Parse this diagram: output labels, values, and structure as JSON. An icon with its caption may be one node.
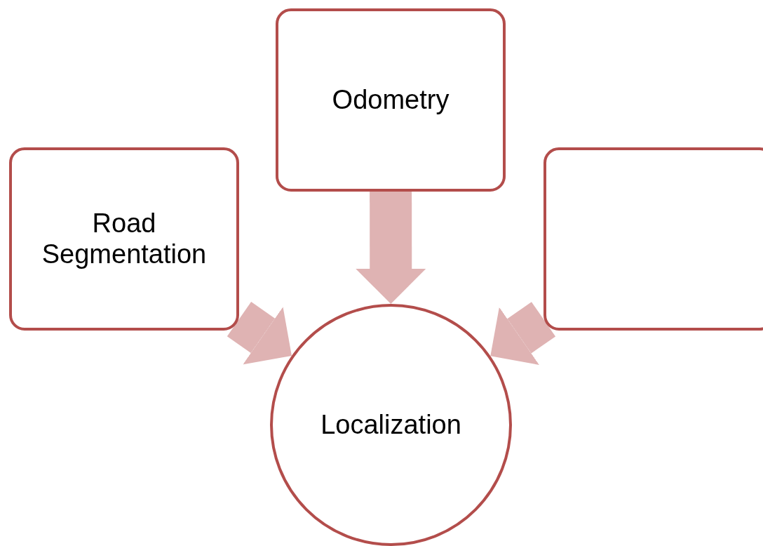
{
  "diagram": {
    "nodes": [
      {
        "text": [
          "Odometry"
        ]
      },
      {
        "text": [
          "Road Segmentation"
        ]
      },
      {
        "text": [],
        "shape": "box"
      },
      {
        "text": [
          "Localization"
        ]
      }
    ],
    "edges": [
      {
        "from": 0,
        "to": 3,
        "arrow": "to"
      },
      {
        "from": 1,
        "to": 3,
        "arrow": "to"
      },
      {
        "from": 2,
        "to": 3,
        "arrow": "to"
      }
    ]
  }
}
